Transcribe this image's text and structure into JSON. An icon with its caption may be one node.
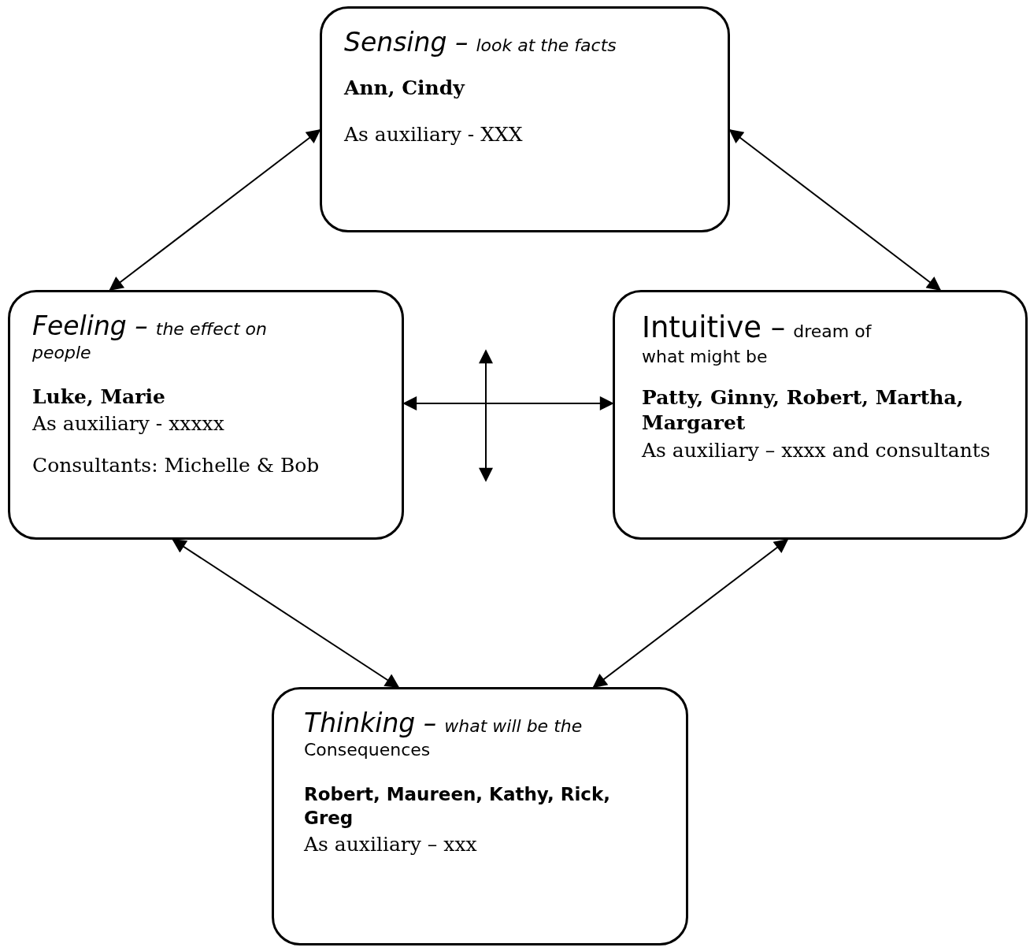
{
  "diagram": {
    "nodes": [
      {
        "text": [
          "Sensing –",
          "look at the facts",
          "Ann, Cindy",
          "As auxiliary - XXX"
        ]
      },
      {
        "text": [
          "Feeling –",
          "the effect on people",
          "Luke, Marie",
          "As auxiliary - xxxxx",
          "Consultants: Michelle & Bob"
        ]
      },
      {
        "text": [
          "Intuitive –",
          "dream of what might be",
          "Patty, Ginny, Robert, Martha, Margaret",
          "As auxiliary – xxxx  and consultants"
        ]
      },
      {
        "text": [
          "Thinking –",
          "*what will be the* Consequences",
          "Robert, Maureen, Kathy, Rick, Greg",
          "As auxiliary – xxx"
        ]
      }
    ],
    "edges": [
      {
        "from": 0,
        "to": 1,
        "arrow": "both"
      },
      {
        "from": 0,
        "to": 2,
        "arrow": "both"
      },
      {
        "from": 1,
        "to": 3,
        "arrow": "both"
      },
      {
        "from": 2,
        "to": 3,
        "arrow": "both"
      },
      {
        "from": 1,
        "to": 2,
        "arrow": "both"
      }
    ]
  }
}
